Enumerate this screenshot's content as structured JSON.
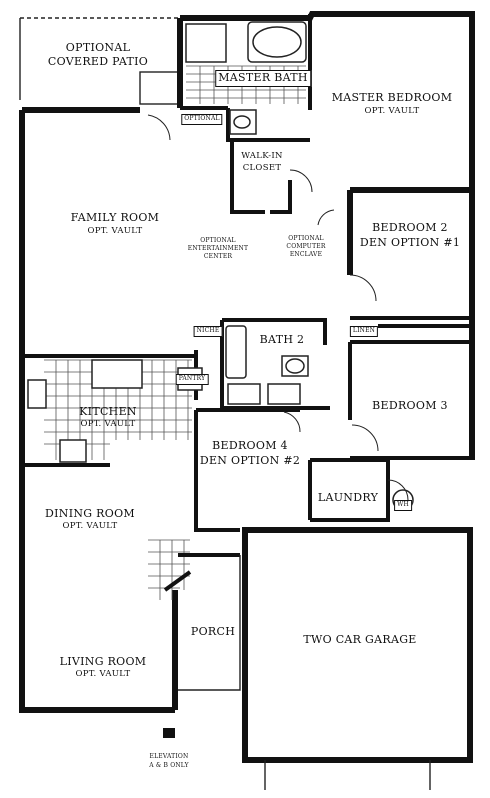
{
  "rooms": {
    "optional_patio": {
      "line1": "OPTIONAL",
      "line2": "COVERED PATIO"
    },
    "master_bath": "MASTER BATH",
    "optional_small": "OPTIONAL",
    "master_bedroom": {
      "name": "MASTER BEDROOM",
      "note": "OPT. VAULT"
    },
    "walk_in_closet": {
      "line1": "WALK-IN",
      "line2": "CLOSET"
    },
    "family_room": {
      "name": "FAMILY ROOM",
      "note": "OPT. VAULT"
    },
    "entertainment": {
      "line1": "OPTIONAL",
      "line2": "ENTERTAINMENT",
      "line3": "CENTER"
    },
    "computer": {
      "line1": "OPTIONAL",
      "line2": "COMPUTER",
      "line3": "ENCLAVE"
    },
    "bedroom2": {
      "line1": "BEDROOM 2",
      "line2": "DEN OPTION #1"
    },
    "linen": "LINEN",
    "niche": "NICHE",
    "bath2": "BATH 2",
    "pantry": "PANTRY",
    "kitchen": {
      "name": "KITCHEN",
      "note": "OPT. VAULT"
    },
    "bedroom3": "BEDROOM 3",
    "bedroom4": {
      "line1": "BEDROOM 4",
      "line2": "DEN OPTION #2"
    },
    "laundry": "LAUNDRY",
    "wh": "WH",
    "dining_room": {
      "name": "DINING ROOM",
      "note": "OPT. VAULT"
    },
    "porch": "PORCH",
    "garage": "TWO CAR GARAGE",
    "living_room": {
      "name": "LIVING ROOM",
      "note": "OPT. VAULT"
    },
    "elevation": {
      "line1": "ELEVATION",
      "line2": "A & B ONLY"
    }
  }
}
